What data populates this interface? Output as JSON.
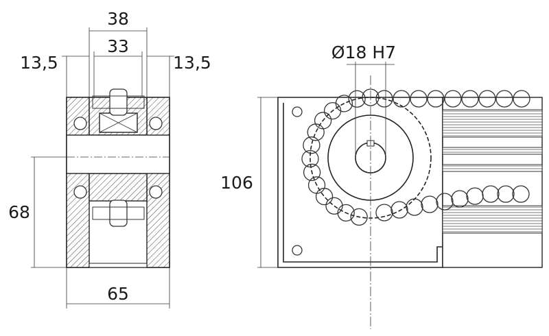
{
  "drawing": {
    "left_view": {
      "dim_top_outer": "38",
      "dim_top_inner": "33",
      "dim_left_offset": "13,5",
      "dim_right_offset": "13,5",
      "dim_height": "68",
      "dim_width": "65"
    },
    "right_view": {
      "dim_bore": "Ø18 H7",
      "dim_height": "106"
    }
  }
}
